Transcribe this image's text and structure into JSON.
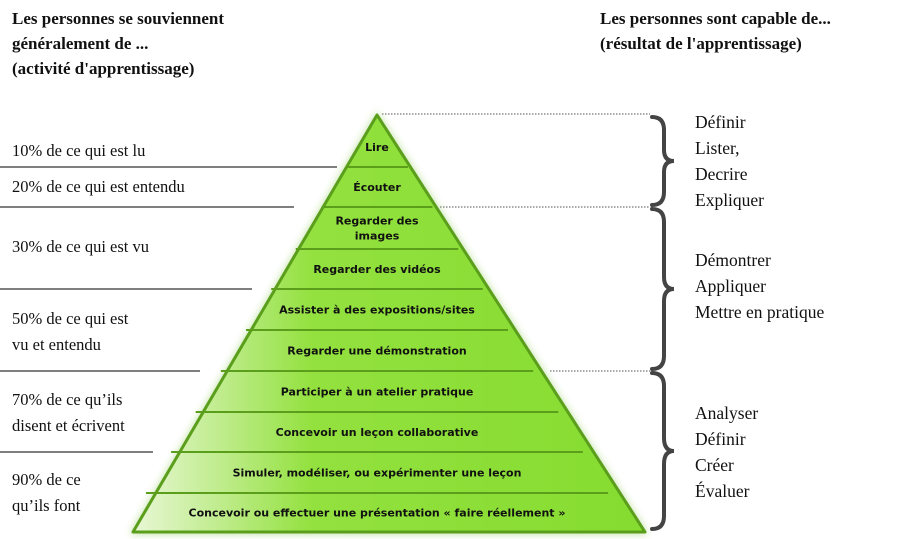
{
  "left_header": [
    "Les personnes se souviennent",
    "généralement de ...",
    "(activité d'apprentissage)"
  ],
  "right_header": [
    "Les personnes sont capable de...",
    "(résultat de l'apprentissage)"
  ],
  "retention": [
    [
      "10% de ce qui est lu"
    ],
    [
      "20% de ce qui est entendu"
    ],
    [
      "30% de ce qui est vu"
    ],
    [
      "50% de ce qui est",
      "vu et entendu"
    ],
    [
      "70% de ce qu’ils",
      "disent et écrivent"
    ],
    [
      "90% de ce",
      "qu’ils font"
    ]
  ],
  "pyramid": [
    [
      "Lire"
    ],
    [
      "Écouter"
    ],
    [
      "Regarder des",
      "images"
    ],
    [
      "Regarder des vidéos"
    ],
    [
      "Assister à des expositions/sites"
    ],
    [
      "Regarder une démonstration"
    ],
    [
      "Participer à un atelier pratique"
    ],
    [
      "Concevoir un leçon collaborative"
    ],
    [
      "Simuler, modéliser, ou expérimenter une leçon"
    ],
    [
      "Concevoir ou effectuer une présentation « faire réellement »"
    ]
  ],
  "outcomes": [
    [
      "Définir",
      "Lister,",
      "Decrire",
      "Expliquer"
    ],
    [
      "Démontrer",
      "Appliquer",
      "Mettre en pratique"
    ],
    [
      "Analyser",
      "Définir",
      "Créer",
      "Évaluer"
    ]
  ],
  "colors": {
    "pyramid_fill": "#8ee03a",
    "pyramid_edge": "#5a9e1c",
    "rule": "#555555"
  }
}
